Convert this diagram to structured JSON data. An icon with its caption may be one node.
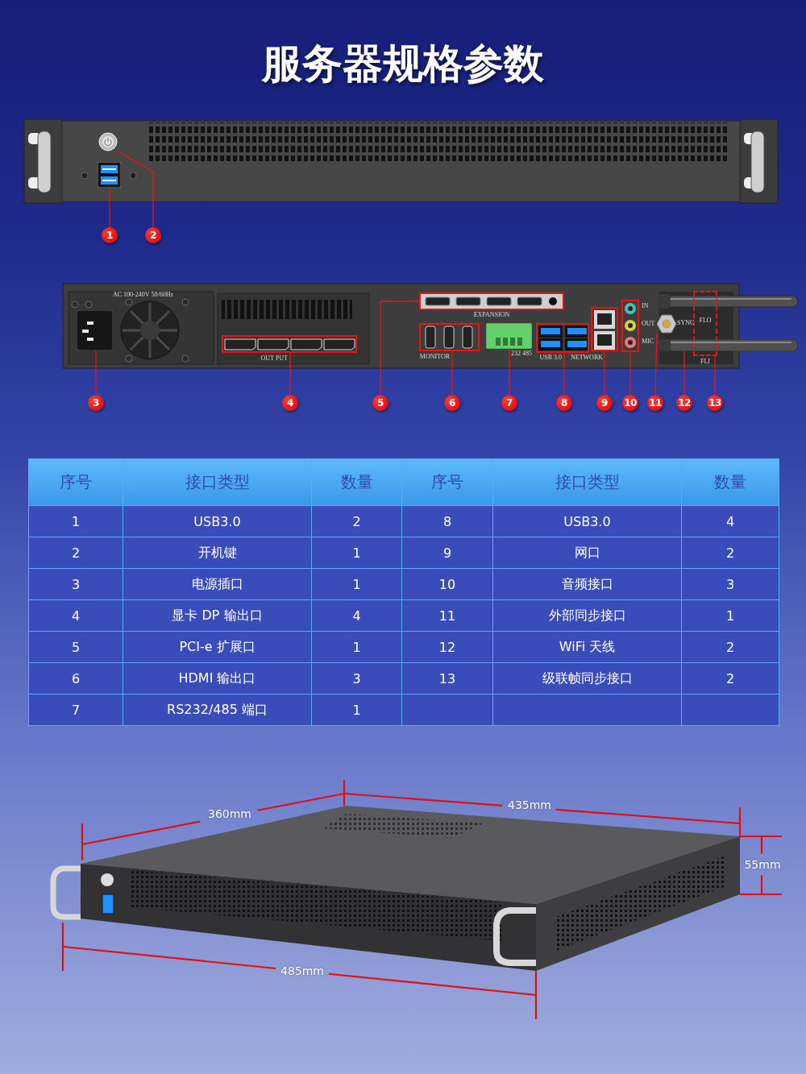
{
  "diagram": {
    "title": "服务器规格参数",
    "nodes": [
      {
        "text": [
          "1"
        ]
      },
      {
        "text": [
          "2"
        ]
      },
      {
        "text": [
          "3"
        ]
      },
      {
        "text": [
          "4"
        ]
      },
      {
        "text": [
          "5"
        ]
      },
      {
        "text": [
          "6"
        ]
      },
      {
        "text": [
          "7"
        ]
      },
      {
        "text": [
          "8"
        ]
      },
      {
        "text": [
          "9"
        ]
      },
      {
        "text": [
          "10"
        ]
      },
      {
        "text": [
          "11"
        ]
      },
      {
        "text": [
          "12"
        ]
      },
      {
        "text": [
          "13"
        ]
      },
      {
        "text": [],
        "shape": "picture"
      },
      {
        "text": [],
        "shape": "picture"
      },
      {
        "text": [],
        "shape": "picture"
      },
      {
        "text": [],
        "shape": "box"
      },
      {
        "text": [],
        "shape": "box"
      },
      {
        "text": [],
        "shape": "box"
      },
      {
        "text": [],
        "shape": "picture"
      },
      {
        "text": [],
        "shape": "box"
      },
      {
        "text": [],
        "shape": "box"
      },
      {
        "text": [],
        "shape": "box"
      },
      {
        "text": [],
        "shape": "picture"
      },
      {
        "text": [],
        "shape": "picture"
      },
      {
        "text": [],
        "shape": "box"
      }
    ],
    "edges": [
      {
        "from": 0,
        "to": 13,
        "arrow": "none"
      },
      {
        "from": 1,
        "to": 14,
        "arrow": "none"
      },
      {
        "from": 2,
        "to": 15,
        "arrow": "none"
      },
      {
        "from": 3,
        "to": 16,
        "arrow": "none"
      },
      {
        "from": 4,
        "to": 17,
        "arrow": "none"
      },
      {
        "from": 5,
        "to": 18,
        "arrow": "none"
      },
      {
        "from": 6,
        "to": 19,
        "arrow": "none"
      },
      {
        "from": 7,
        "to": 20,
        "arrow": "none"
      },
      {
        "from": 8,
        "to": 21,
        "arrow": "none"
      },
      {
        "from": 9,
        "to": 22,
        "arrow": "none"
      },
      {
        "from": 10,
        "to": 23,
        "arrow": "none"
      },
      {
        "from": 11,
        "to": 24,
        "arrow": "none"
      },
      {
        "from": 12,
        "to": 25,
        "arrow": "none"
      }
    ],
    "labels": [
      "AC 100-240V 50/60Hz",
      "OUT PUT",
      "EXPANSION",
      "MONITOR",
      "232 485",
      "USB 3.0",
      "NETWORK",
      "IN",
      "OUT",
      "MIC",
      "SYNC",
      "FLO",
      "FLI",
      "序号",
      "接口类型",
      "数量",
      "序号",
      "接口类型",
      "数量",
      "1",
      "USB3.0",
      "2",
      "8",
      "USB3.0",
      "4",
      "2",
      "开机键",
      "1",
      "9",
      "网口",
      "2",
      "3",
      "电源插口",
      "1",
      "10",
      "音频接口",
      "3",
      "4",
      "显卡 DP 输出口",
      "4",
      "11",
      "外部同步接口",
      "1",
      "5",
      "PCI-e 扩展口",
      "1",
      "12",
      "WiFi 天线",
      "2",
      "6",
      "HDMI 输出口",
      "3",
      "13",
      "级联帧同步接口",
      "2",
      "7",
      "RS232/485 端口",
      "1",
      "360mm",
      "435mm",
      "55mm",
      "485mm"
    ]
  }
}
